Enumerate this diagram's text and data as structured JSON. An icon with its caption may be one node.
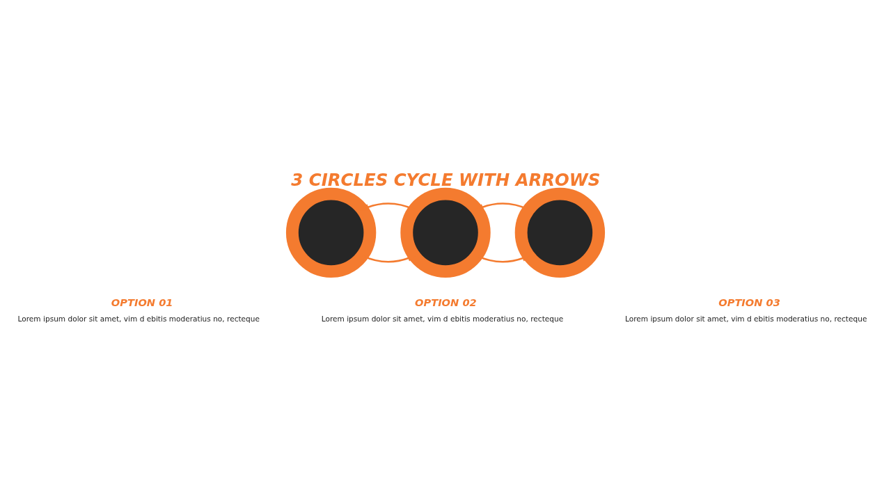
{
  "diagram": {
    "title": "3 CIRCLES CYCLE WITH ARROWS",
    "nodes": [
      {
        "text": [],
        "shape": "circle",
        "beside": [
          "OPTION 01",
          "Lorem ipsum dolor sit amet, vim d ebitis moderatius no, recteque"
        ]
      },
      {
        "text": [],
        "shape": "circle",
        "beside": [
          "OPTION 02",
          "Lorem ipsum dolor sit amet, vim d ebitis moderatius no, recteque"
        ]
      },
      {
        "text": [],
        "shape": "circle",
        "beside": [
          "OPTION 03",
          "Lorem ipsum dolor sit amet, vim d ebitis moderatius no, recteque"
        ]
      }
    ],
    "edges": [
      {
        "from": 0,
        "to": 1,
        "arrow": "to"
      },
      {
        "from": 1,
        "to": 2,
        "arrow": "to"
      },
      {
        "from": 2,
        "to": 1,
        "arrow": "to"
      },
      {
        "from": 1,
        "to": 0,
        "arrow": "to"
      }
    ]
  }
}
